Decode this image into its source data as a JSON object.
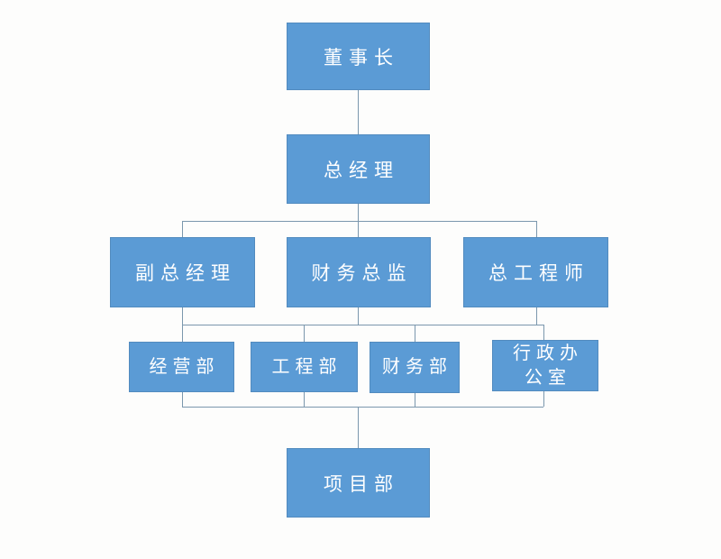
{
  "colors": {
    "node_fill": "#5b9bd5",
    "node_text": "#ffffff",
    "connector": "#7b97ad",
    "background": "#fdfdfc"
  },
  "org_chart": {
    "type": "organization-chart",
    "nodes": {
      "chairman": {
        "label": "董事长",
        "level": 1
      },
      "general_manager": {
        "label": "总经理",
        "level": 2
      },
      "deputy_general_manager": {
        "label": "副总经理",
        "level": 3
      },
      "finance_director": {
        "label": "财务总监",
        "level": 3
      },
      "chief_engineer": {
        "label": "总工程师",
        "level": 3
      },
      "operations_dept": {
        "label": "经营部",
        "level": 4
      },
      "engineering_dept": {
        "label": "工程部",
        "level": 4
      },
      "finance_dept": {
        "label": "财务部",
        "level": 4
      },
      "admin_office": {
        "label": "行政办公室",
        "line1": "行政办",
        "line2": "公室",
        "level": 4
      },
      "project_dept": {
        "label": "项目部",
        "level": 5
      }
    },
    "edges": [
      {
        "from": "董事长",
        "to": "总经理"
      },
      {
        "from": "总经理",
        "to": "副总经理"
      },
      {
        "from": "总经理",
        "to": "财务总监"
      },
      {
        "from": "总经理",
        "to": "总工程师"
      },
      {
        "from": "副总经理,财务总监,总工程师",
        "to": "经营部"
      },
      {
        "from": "副总经理,财务总监,总工程师",
        "to": "工程部"
      },
      {
        "from": "副总经理,财务总监,总工程师",
        "to": "财务部"
      },
      {
        "from": "副总经理,财务总监,总工程师",
        "to": "行政办公室"
      },
      {
        "from": "经营部,工程部,财务部,行政办公室",
        "to": "项目部"
      }
    ]
  }
}
